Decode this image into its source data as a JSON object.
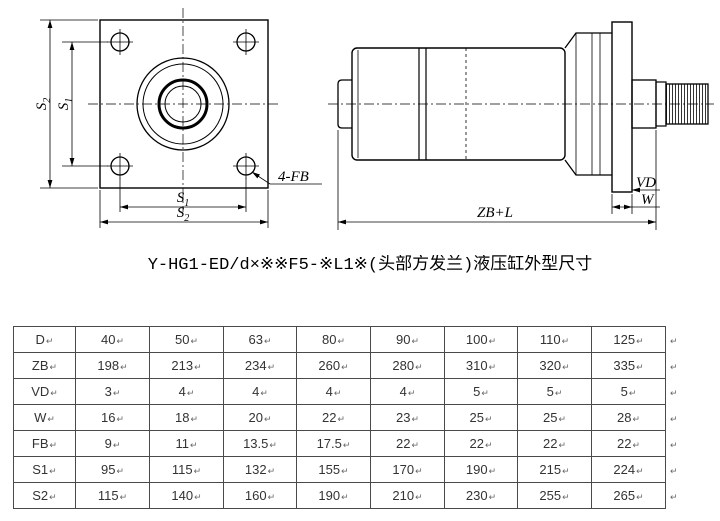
{
  "caption": "Y-HG1-ED/d×※※F5-※L1※(头部方发兰)液压缸外型尺寸",
  "drawing": {
    "flange_view": {
      "s2_vertical": {
        "base": "S",
        "sub": "2"
      },
      "s1_vertical": {
        "base": "S",
        "sub": "1"
      },
      "s1_horizontal": {
        "base": "S",
        "sub": "1"
      },
      "s2_horizontal": {
        "base": "S",
        "sub": "2"
      },
      "hole_callout": "4-FB"
    },
    "side_view": {
      "overall_length": "ZB+L",
      "vd": "VD",
      "w": "W"
    }
  },
  "table": {
    "paragraph_mark": "↵",
    "rows": [
      {
        "label": "D",
        "values": [
          40,
          50,
          63,
          80,
          90,
          100,
          110,
          125
        ]
      },
      {
        "label": "ZB",
        "values": [
          198,
          213,
          234,
          260,
          280,
          310,
          320,
          335
        ]
      },
      {
        "label": "VD",
        "values": [
          3,
          4,
          4,
          4,
          4,
          5,
          5,
          5
        ]
      },
      {
        "label": "W",
        "values": [
          16,
          18,
          20,
          22,
          23,
          25,
          25,
          28
        ]
      },
      {
        "label": "FB",
        "values": [
          9,
          11,
          13.5,
          17.5,
          22,
          22,
          22,
          22
        ]
      },
      {
        "label": "S1",
        "values": [
          95,
          115,
          132,
          155,
          170,
          190,
          215,
          224
        ]
      },
      {
        "label": "S2",
        "values": [
          115,
          140,
          160,
          190,
          210,
          230,
          255,
          265
        ]
      }
    ]
  }
}
